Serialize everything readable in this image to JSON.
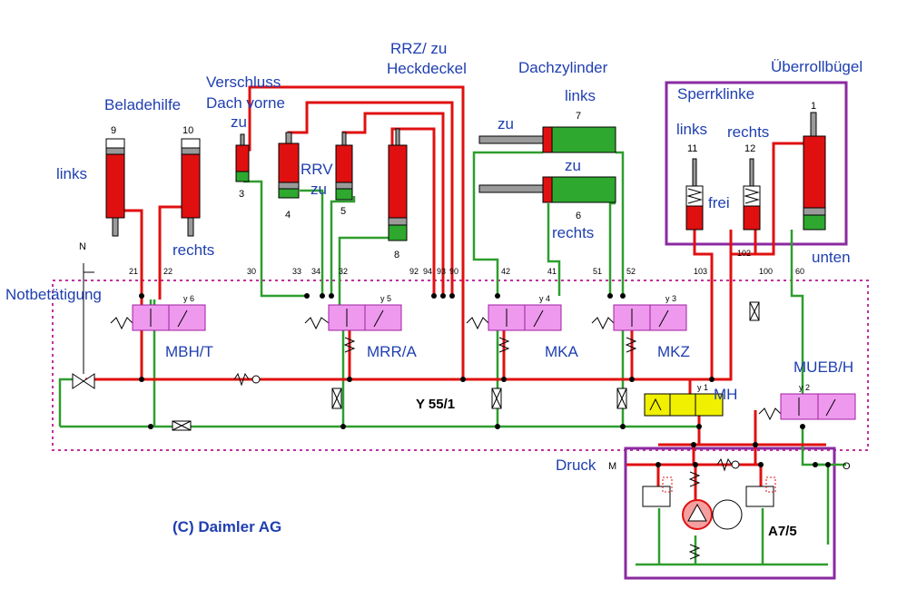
{
  "labels": {
    "beladehilfe": "Beladehilfe",
    "links_left": "links",
    "rechts_left": "rechts",
    "verschluss_1": "Verschluss",
    "verschluss_2": "Dach vorne",
    "zu_verschluss": "zu",
    "rrv": "RRV",
    "zu_rrv": "zu",
    "rrz_1": "RRZ/ zu",
    "rrz_2": "Heckdeckel",
    "dachzylinder": "Dachzylinder",
    "links_dach": "links",
    "zu_top": "zu",
    "zu_mid": "zu",
    "rechts_dach": "rechts",
    "ueberrollbuegel": "Überrollbügel",
    "sperrklinke": "Sperrklinke",
    "links_sperr": "links",
    "rechts_sperr": "rechts",
    "frei": "frei",
    "unten": "unten",
    "notbetaetigung": "Notbetätigung",
    "n_label": "N",
    "mbh_t": "MBH/T",
    "mrr_a": "MRR/A",
    "mka": "MKA",
    "mkz": "MKZ",
    "mueb_h": "MUEB/H",
    "mh": "MH",
    "y55": "Y 55/1",
    "druck": "Druck",
    "m_port": "M",
    "o_port": "O",
    "a7": "A7/5",
    "copyright": "(C) Daimler AG"
  },
  "cyl_numbers": {
    "c9": "9",
    "c10": "10",
    "c3": "3",
    "c4": "4",
    "c5": "5",
    "c8": "8",
    "c7": "7",
    "c6": "6",
    "c11": "11",
    "c12": "12",
    "c1": "1"
  },
  "port_numbers": {
    "p21": "21",
    "p22": "22",
    "p30": "30",
    "p33": "33",
    "p34": "34",
    "p32": "32",
    "p92": "92",
    "p94": "94",
    "p93": "93",
    "p90": "90",
    "p42": "42",
    "p41": "41",
    "p51": "51",
    "p52": "52",
    "p103": "103",
    "p102": "102",
    "p100": "100",
    "p60": "60"
  },
  "valve_names": {
    "y6": "y 6",
    "y5": "y 5",
    "y4": "y 4",
    "y3": "y 3",
    "y1": "y 1",
    "y2": "y 2"
  },
  "colors": {
    "pressure_line": "#e01010",
    "return_line": "#2e9e2e",
    "cylinder_body": "#e01010",
    "cylinder_green": "#2ea82e",
    "valve": "#ee99ee",
    "valve_mh": "#f0f000",
    "frame": "#8a2aa0",
    "label": "#1f3fb0"
  }
}
